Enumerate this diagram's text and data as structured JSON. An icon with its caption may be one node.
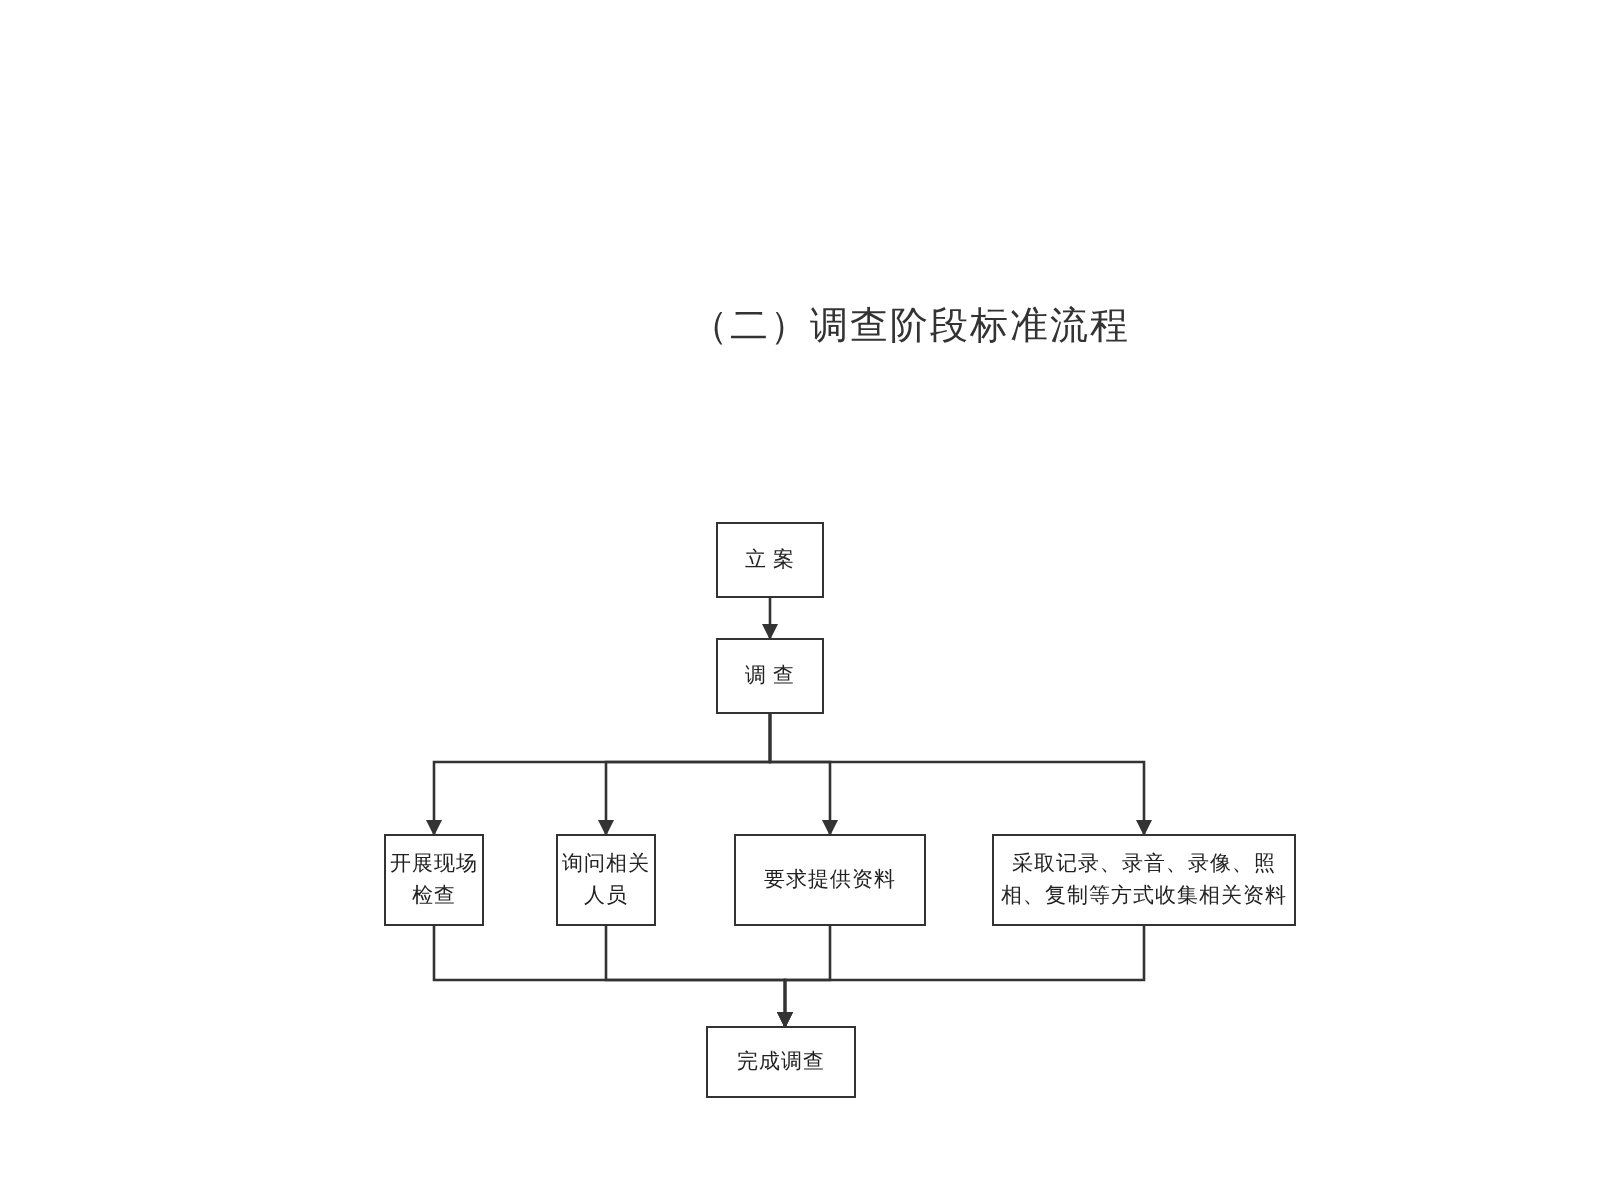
{
  "diagram": {
    "title": "（二）调查阶段标准流程",
    "nodes": [
      {
        "text": [
          "立 案"
        ]
      },
      {
        "text": [
          "调 查"
        ]
      },
      {
        "text": [
          "开展现场检查"
        ]
      },
      {
        "text": [
          "询问相关人员"
        ]
      },
      {
        "text": [
          "要求提供资料"
        ]
      },
      {
        "text": [
          "采取记录、录音、录像、照相、复制等方式收集相关资料"
        ]
      },
      {
        "text": [
          "完成调查"
        ]
      }
    ],
    "edges": [
      {
        "from": 0,
        "to": 1,
        "arrow": "to"
      },
      {
        "from": 1,
        "to": 2,
        "arrow": "to"
      },
      {
        "from": 1,
        "to": 3,
        "arrow": "to"
      },
      {
        "from": 1,
        "to": 4,
        "arrow": "to"
      },
      {
        "from": 1,
        "to": 5,
        "arrow": "to"
      },
      {
        "from": 2,
        "to": 6,
        "arrow": "to"
      },
      {
        "from": 3,
        "to": 6,
        "arrow": "to"
      },
      {
        "from": 4,
        "to": 6,
        "arrow": "to"
      },
      {
        "from": 5,
        "to": 6,
        "arrow": "to"
      }
    ]
  }
}
